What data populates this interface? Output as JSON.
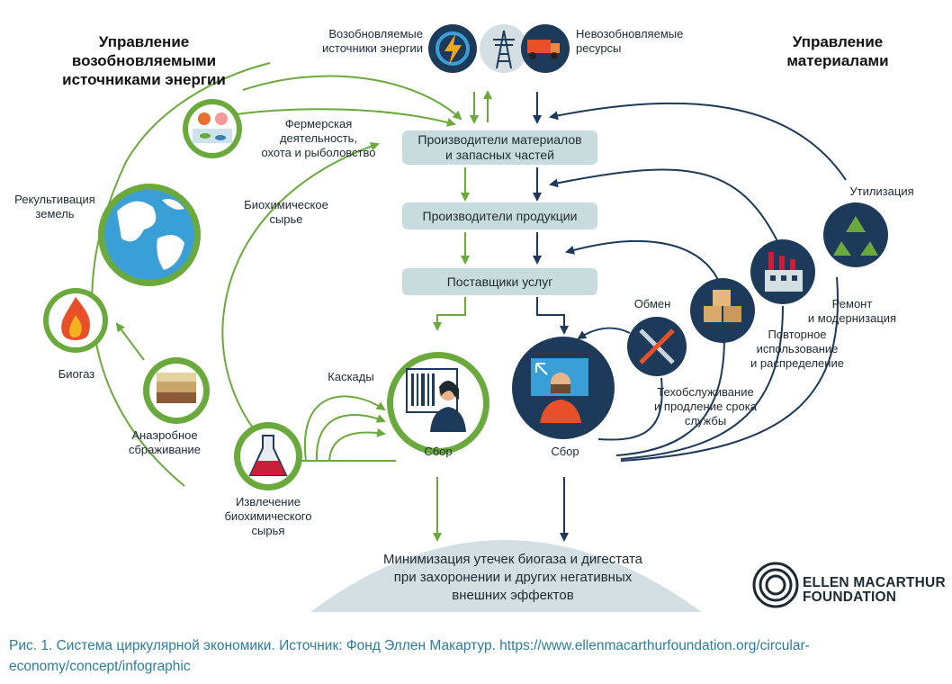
{
  "colors": {
    "green": "#6aaa3c",
    "navy": "#1e3a5a",
    "pill": "#c9dcdd",
    "dome": "#d3dfe2",
    "caption": "#2d7d9b"
  },
  "headings": {
    "left": "Управление\nвозобновляемыми\nисточниками энергии",
    "right": "Управление\nматериалами"
  },
  "sources": {
    "renewable": "Возобновляемые\nисточники энергии",
    "nonrenewable": "Невозобновляемые\nресурсы"
  },
  "pills": {
    "materials": "Производители материалов\nи запасных частей",
    "products": "Производители продукции",
    "services": "Поставщики услуг"
  },
  "bio_labels": {
    "farming": "Фермерская\nдеятельность,\nохота и рыболовство",
    "biochem_raw": "Биохимическое\nсырье",
    "recultivation": "Рекультивация\nземель",
    "biogas": "Биогаз",
    "anaerobic": "Анаэробное\nсбраживание",
    "extraction": "Извлечение\nбиохимического\nсырья",
    "cascades": "Каскады",
    "collect_left": "Сбор"
  },
  "tech_labels": {
    "exchange": "Обмен",
    "collect_right": "Сбор",
    "maintenance": "Техобслуживание\nи продление срока\nслужбы",
    "reuse": "Повторное\nиспользование\nи распределение",
    "repair": "Ремонт\nи модернизация",
    "recycling": "Утилизация"
  },
  "bottom": "Минимизация утечек биогаза и дигестата\nпри захоронении и других негативных\nвнешних эффектов",
  "logo": "ELLEN MACARTHUR\nFOUNDATION",
  "caption": "Рис. 1. Система циркулярной экономики. Источник: Фонд Эллен Макартур. https://www.ellenmacarthurfoundation.org/circular-economy/concept/infographic",
  "icons": [
    "energy-bolt-icon",
    "power-tower-icon",
    "dump-truck-icon",
    "farm-animals-icon",
    "earth-globe-icon",
    "fire-icon",
    "soil-layers-icon",
    "flask-icon",
    "barcode-person-icon",
    "screen-person-icon",
    "wrench-screwdriver-icon",
    "boxes-icon",
    "factory-icon",
    "recycle-icon",
    "logo-rings-icon"
  ]
}
